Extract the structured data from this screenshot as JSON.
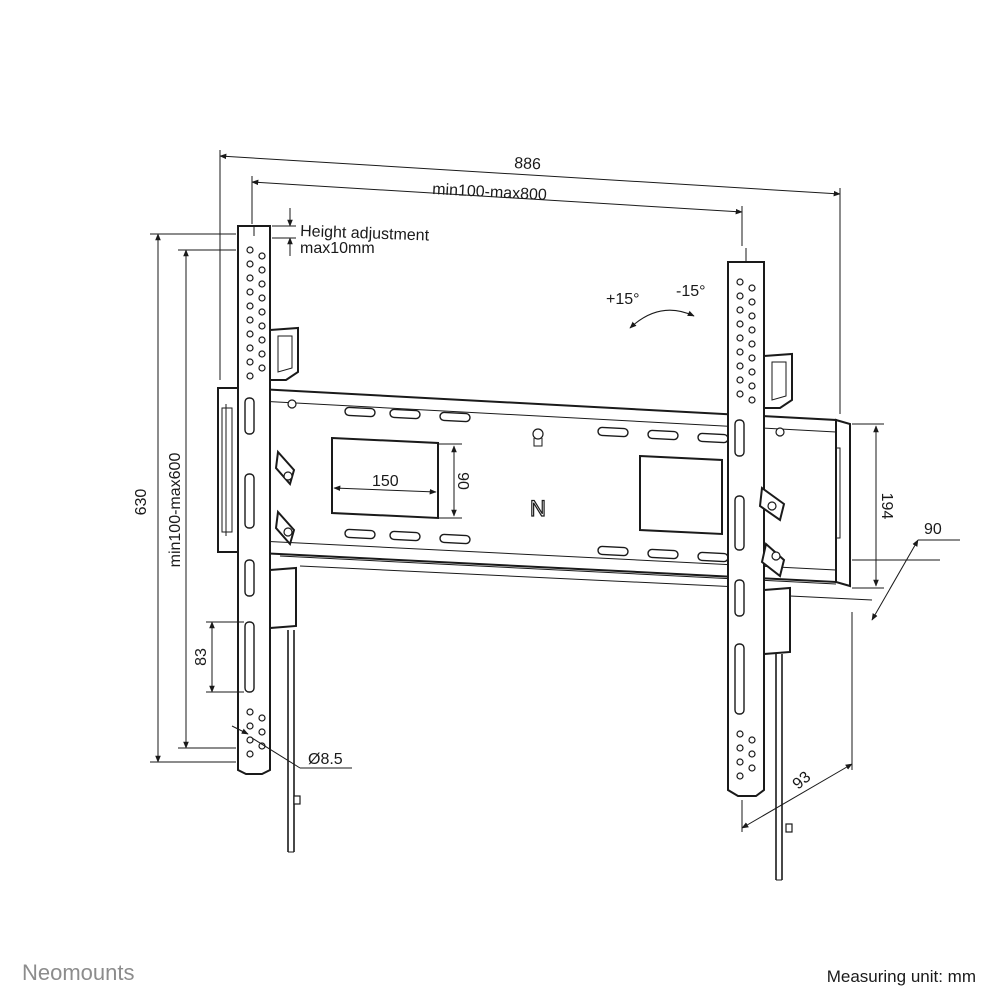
{
  "dimensions": {
    "overall_width": "886",
    "vesa_width": "min100-max800",
    "height_adjustment_line1": "Height adjustment",
    "height_adjustment_line2": "max10mm",
    "tilt_plus": "+15°",
    "tilt_minus": "-15°",
    "overall_height": "630",
    "vesa_height": "min100-max600",
    "slot_length": "83",
    "hole_diameter": "Ø8.5",
    "plate_slot_width": "150",
    "plate_slot_height": "90",
    "plate_height": "194",
    "wall_depth": "90",
    "arm_depth": "93"
  },
  "footer": {
    "brand": "Neomounts",
    "unit_note": "Measuring unit: mm"
  },
  "colors": {
    "line": "#1a1a1a",
    "brand_grey": "#8c8c8c",
    "background": "#ffffff"
  }
}
